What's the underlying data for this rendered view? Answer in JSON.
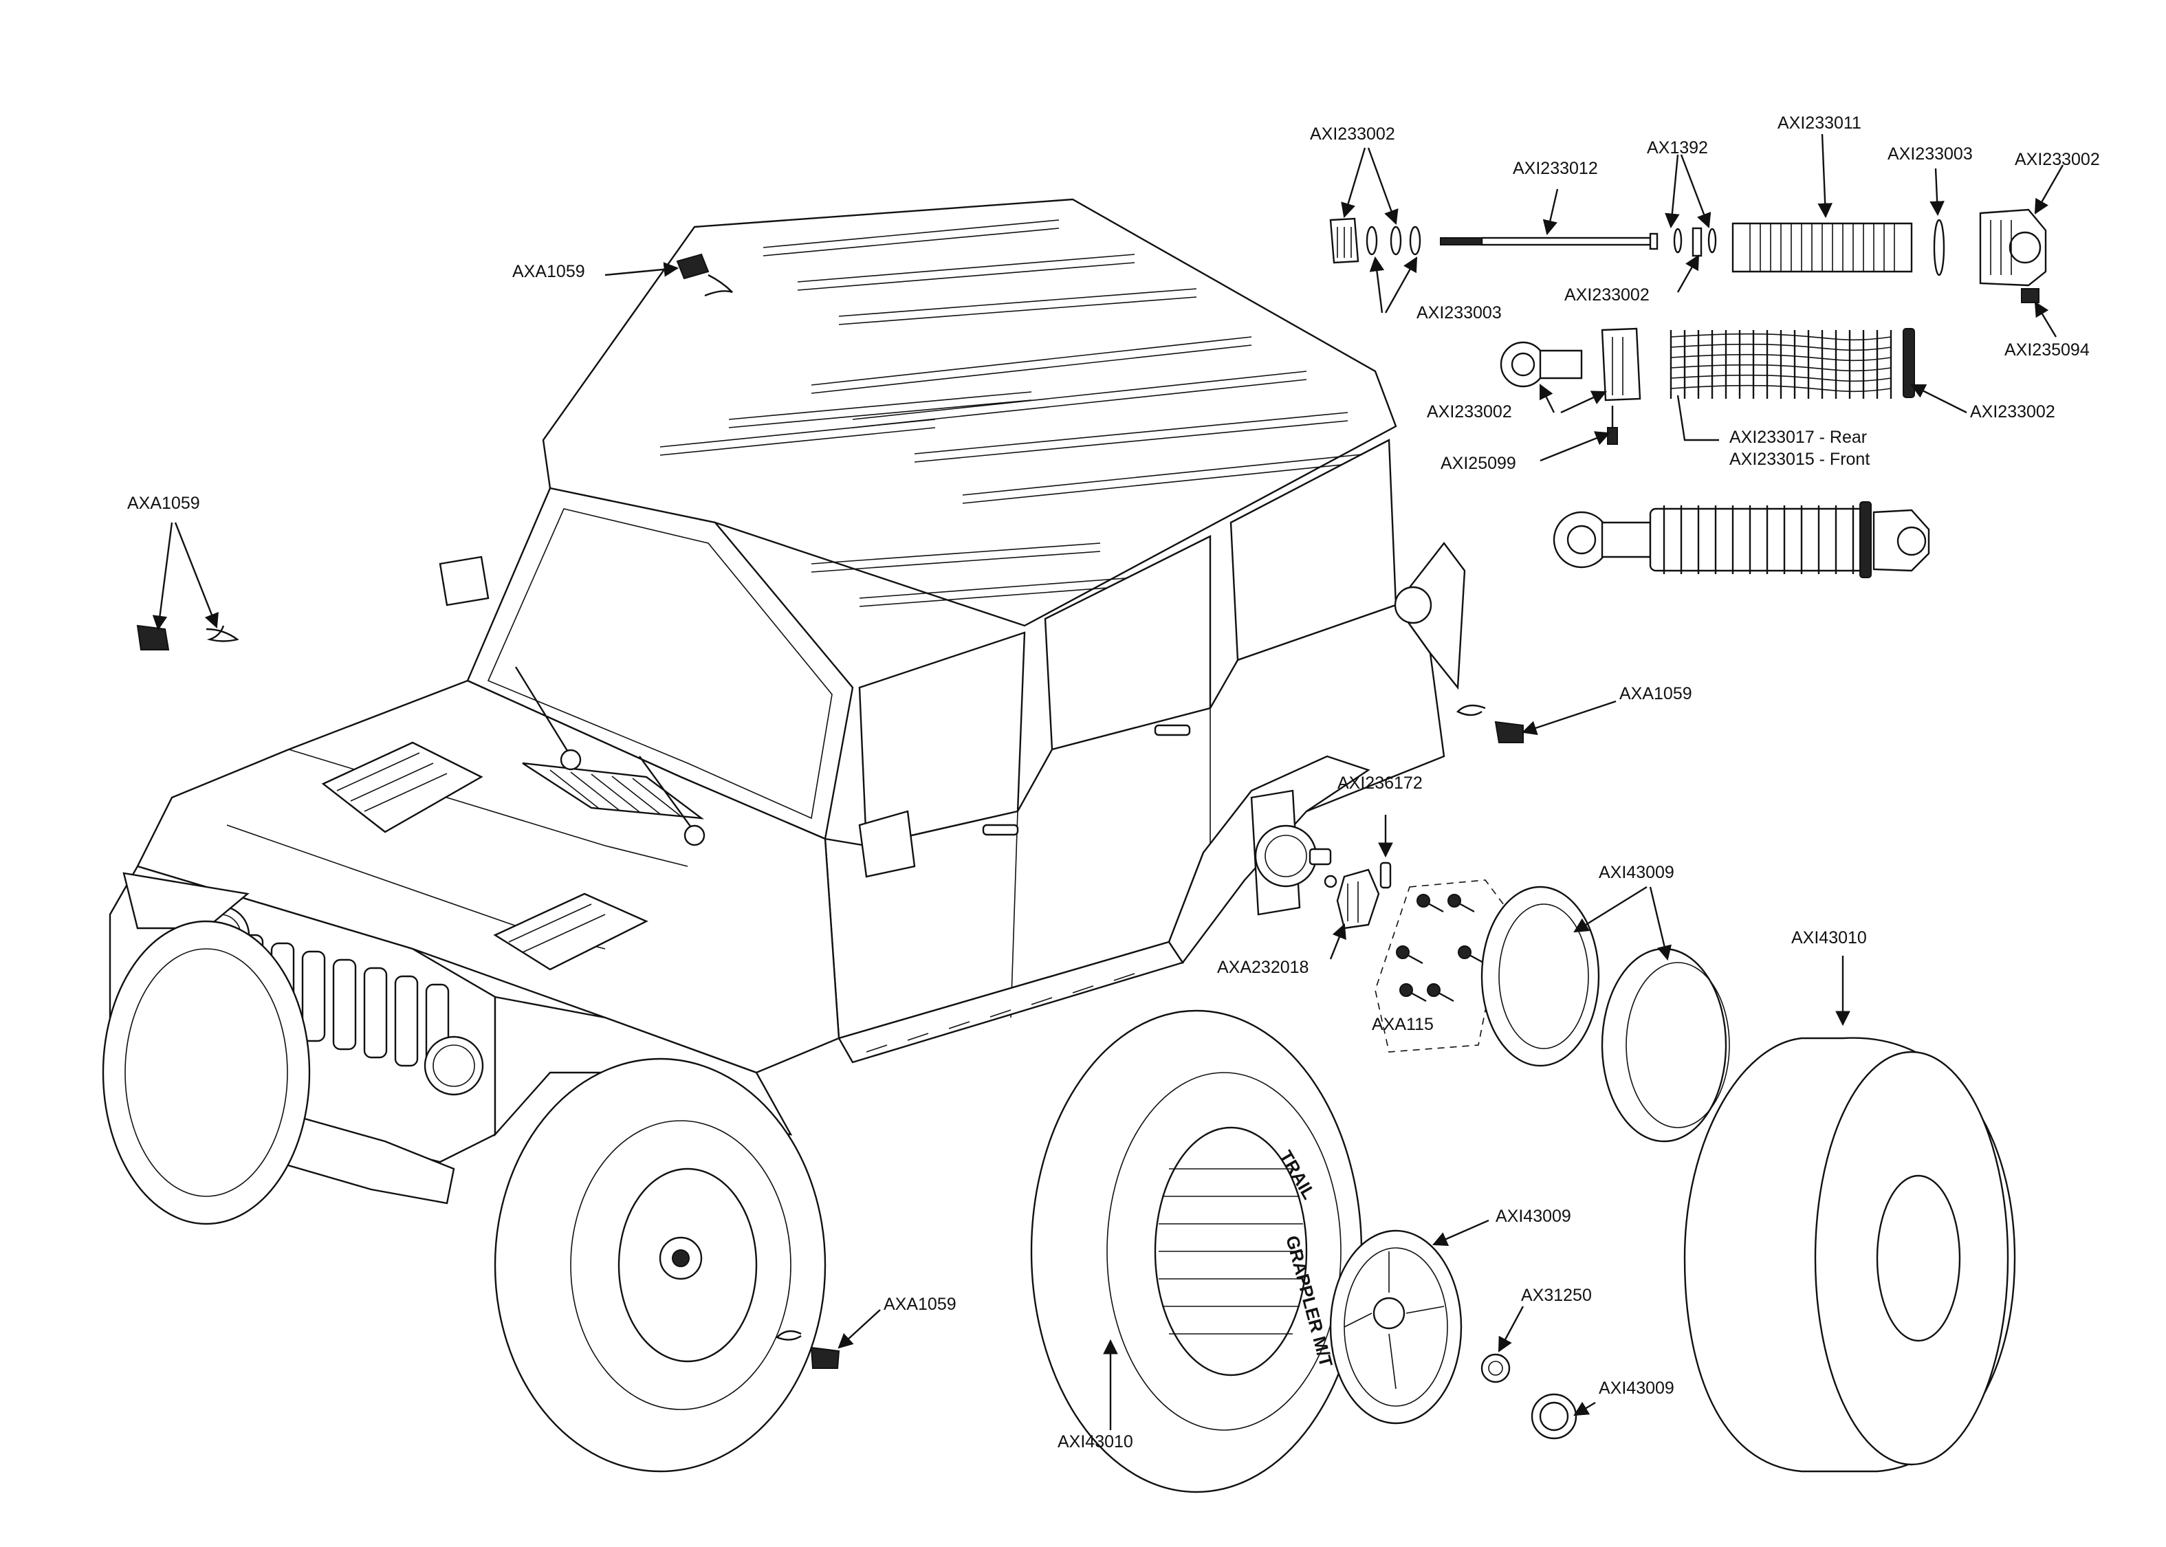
{
  "labels": {
    "hb_clip_top": "AXA1059",
    "hb_clip_left": "AXA1059",
    "hb_clip_mid": "AXA1059",
    "hb_clip_bottom": "AXA1059",
    "shock_cap_1": "AXI233002",
    "shock_shaft": "AXI233012",
    "shock_oring": "AX1392",
    "shock_body": "AXI233011",
    "shock_seal": "AXI233003",
    "shock_cap_2": "AXI233002",
    "shock_bushing_1": "AXI233003",
    "shock_piston": "AXI233002",
    "shock_screw_ball": "AXI235094",
    "shock_end_1": "AXI233002",
    "shock_spring_retainer": "AXI233002",
    "shock_screw": "AXI25099",
    "spring_rear": "AXI233017 - Rear",
    "spring_front": "AXI233015 - Front",
    "shock_collar": "AXI233002",
    "pin": "AXI236172",
    "hex_hub": "AXA232018",
    "wheel_screws": "AXA115",
    "wheel_ring": "AXI43009",
    "tire_foam": "AXI43010",
    "wheel_face": "AXI43009",
    "wheel_nut": "AX31250",
    "wheel_cap": "AXI43009",
    "tire": "AXI43010"
  },
  "tire_text": [
    "TRAIL",
    "GRAPPLER M/T"
  ],
  "colors": {
    "line": "#111111",
    "background": "#ffffff"
  }
}
